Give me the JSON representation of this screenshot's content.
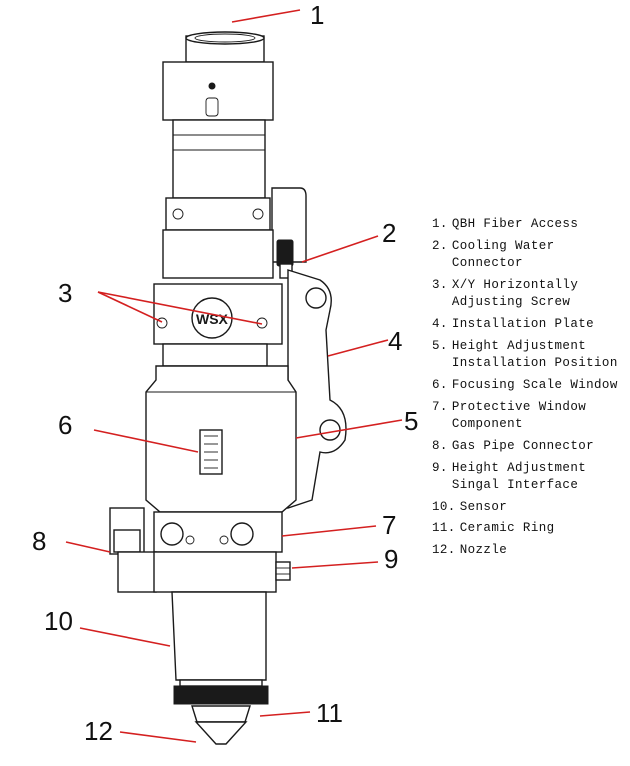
{
  "callouts": [
    {
      "id": "1",
      "label": "1"
    },
    {
      "id": "2",
      "label": "2"
    },
    {
      "id": "3",
      "label": "3"
    },
    {
      "id": "4",
      "label": "4"
    },
    {
      "id": "5",
      "label": "5"
    },
    {
      "id": "6",
      "label": "6"
    },
    {
      "id": "7",
      "label": "7"
    },
    {
      "id": "8",
      "label": "8"
    },
    {
      "id": "9",
      "label": "9"
    },
    {
      "id": "10",
      "label": "10"
    },
    {
      "id": "11",
      "label": "11"
    },
    {
      "id": "12",
      "label": "12"
    }
  ],
  "legend": [
    {
      "num": "1.",
      "text": "QBH Fiber Access"
    },
    {
      "num": "2.",
      "text": "Cooling Water Connector"
    },
    {
      "num": "3.",
      "text": "X/Y Horizontally Adjusting Screw"
    },
    {
      "num": "4.",
      "text": "Installation Plate"
    },
    {
      "num": "5.",
      "text": "Height Adjustment Installation Position"
    },
    {
      "num": "6.",
      "text": "Focusing Scale Window"
    },
    {
      "num": "7.",
      "text": "Protective Window Component"
    },
    {
      "num": "8.",
      "text": "Gas Pipe Connector"
    },
    {
      "num": "9.",
      "text": "Height Adjustment Singal Interface"
    },
    {
      "num": "10.",
      "text": "Sensor"
    },
    {
      "num": "11.",
      "text": "Ceramic Ring"
    },
    {
      "num": "12.",
      "text": "Nozzle"
    }
  ],
  "colors": {
    "leader_line": "#d42020",
    "drawing": "#1a1a1a"
  }
}
